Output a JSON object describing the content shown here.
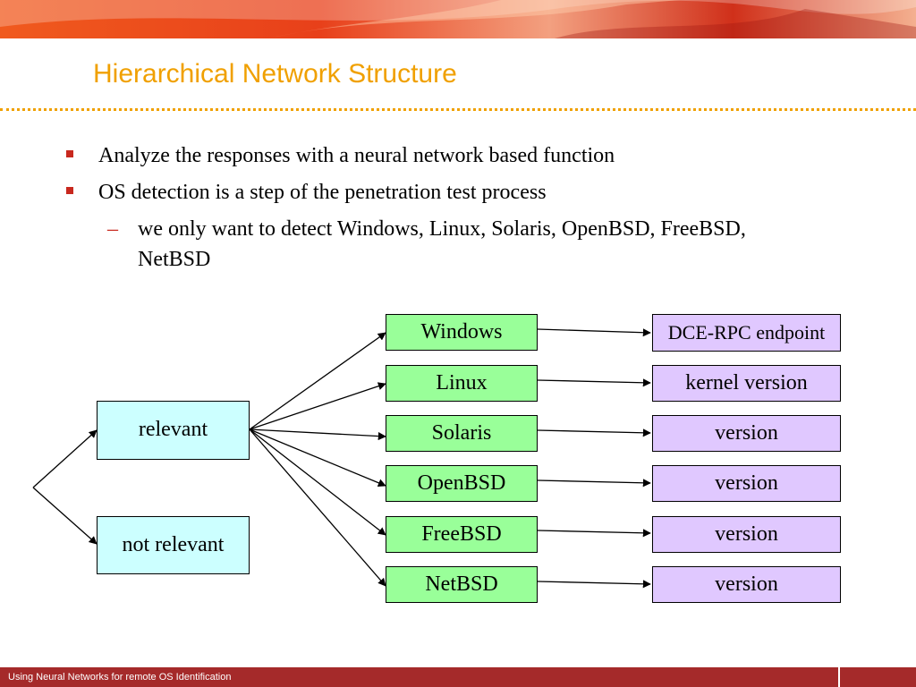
{
  "slide": {
    "title": "Hierarchical Network Structure",
    "bullets": [
      "Analyze the responses with a neural network based function",
      "OS detection is a step of the penetration test process"
    ],
    "sub_bullet_marker": "–",
    "sub_bullet_lines": [
      "we only want to detect Windows, Linux, Solaris, OpenBSD, FreeBSD,",
      "NetBSD"
    ],
    "footer": "Using Neural Networks for remote OS Identification"
  },
  "diagram": {
    "level1": [
      "relevant",
      "not relevant"
    ],
    "os_nodes": [
      "Windows",
      "Linux",
      "Solaris",
      "OpenBSD",
      "FreeBSD",
      "NetBSD"
    ],
    "detail_nodes": [
      "DCE-RPC endpoint",
      "kernel version",
      "version",
      "version",
      "version",
      "version"
    ]
  },
  "colors": {
    "title": "#f0a000",
    "accent_red": "#c8281e",
    "footer": "#a52a2a",
    "level1_fill": "#ccffff",
    "os_fill": "#99ff99",
    "detail_fill": "#e0c8ff"
  }
}
